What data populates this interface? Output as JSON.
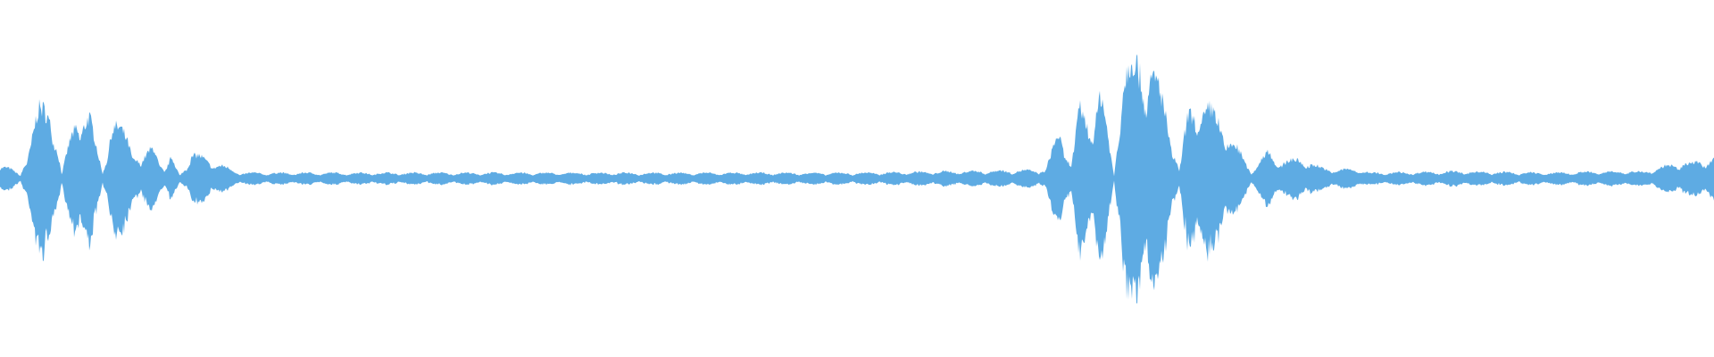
{
  "waveform": {
    "color": "#5eabe3",
    "background": "#ffffff",
    "envelope": {
      "times": [
        0,
        0.012,
        0.022,
        0.03,
        0.036,
        0.045,
        0.052,
        0.06,
        0.065,
        0.075,
        0.082,
        0.09,
        0.096,
        0.1,
        0.105,
        0.112,
        0.14,
        0.3,
        0.5,
        0.61,
        0.618,
        0.625,
        0.63,
        0.636,
        0.642,
        0.65,
        0.655,
        0.665,
        0.672,
        0.68,
        0.688,
        0.693,
        0.7,
        0.71,
        0.72,
        0.73,
        0.74,
        0.745,
        0.76,
        0.77,
        0.78,
        0.79,
        0.8,
        0.85,
        0.9,
        0.94,
        0.96,
        0.975,
        0.99,
        1.0
      ],
      "amplitudes": [
        0.12,
        0.02,
        0.48,
        0.52,
        0.03,
        0.48,
        0.45,
        0.04,
        0.4,
        0.3,
        0.1,
        0.25,
        0.05,
        0.15,
        0.02,
        0.18,
        0.04,
        0.04,
        0.04,
        0.06,
        0.35,
        0.1,
        0.5,
        0.4,
        0.65,
        0.02,
        0.8,
        0.85,
        0.8,
        0.5,
        0.05,
        0.45,
        0.55,
        0.45,
        0.25,
        0.05,
        0.2,
        0.12,
        0.14,
        0.08,
        0.06,
        0.07,
        0.04,
        0.05,
        0.04,
        0.05,
        0.05,
        0.1,
        0.12,
        0.14
      ]
    }
  }
}
